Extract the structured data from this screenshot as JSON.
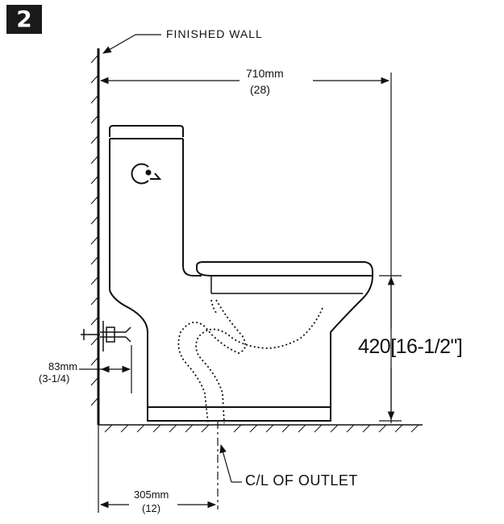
{
  "figure_number": "2",
  "labels": {
    "finished_wall": "FINISHED WALL",
    "width_mm": "710mm",
    "width_in": "(28)",
    "seat_height": "420[16-1/2\"]",
    "supply_mm": "83mm",
    "supply_in": "(3-1/4)",
    "rough_in_mm": "305mm",
    "rough_in_in": "(12)",
    "outlet": "C/L OF OUTLET"
  },
  "icons": [
    "single-flush-button-icon",
    "water-supply-valve-icon"
  ],
  "colors": {
    "line": "#111111",
    "badge": "#1a1a1a"
  }
}
